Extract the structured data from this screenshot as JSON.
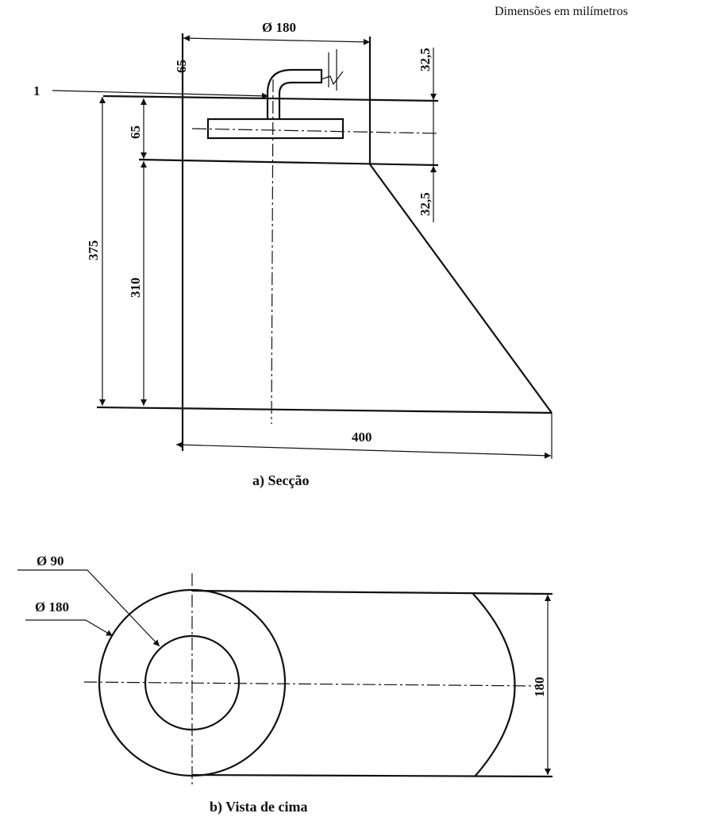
{
  "units_note": "Dimensões em milímetros",
  "section": {
    "caption": "a) Secção",
    "callout": "1",
    "dim_diameter_top": "Ø 180",
    "dim_65_top": "65",
    "dim_65_left": "65",
    "dim_32_5_top": "32,5",
    "dim_32_5_bottom": "32,5",
    "dim_375": "375",
    "dim_310": "310",
    "dim_400": "400"
  },
  "top_view": {
    "caption": "b) Vista de cima",
    "dim_inner_diameter": "Ø 90",
    "dim_outer_diameter": "Ø 180",
    "dim_180": "180"
  }
}
